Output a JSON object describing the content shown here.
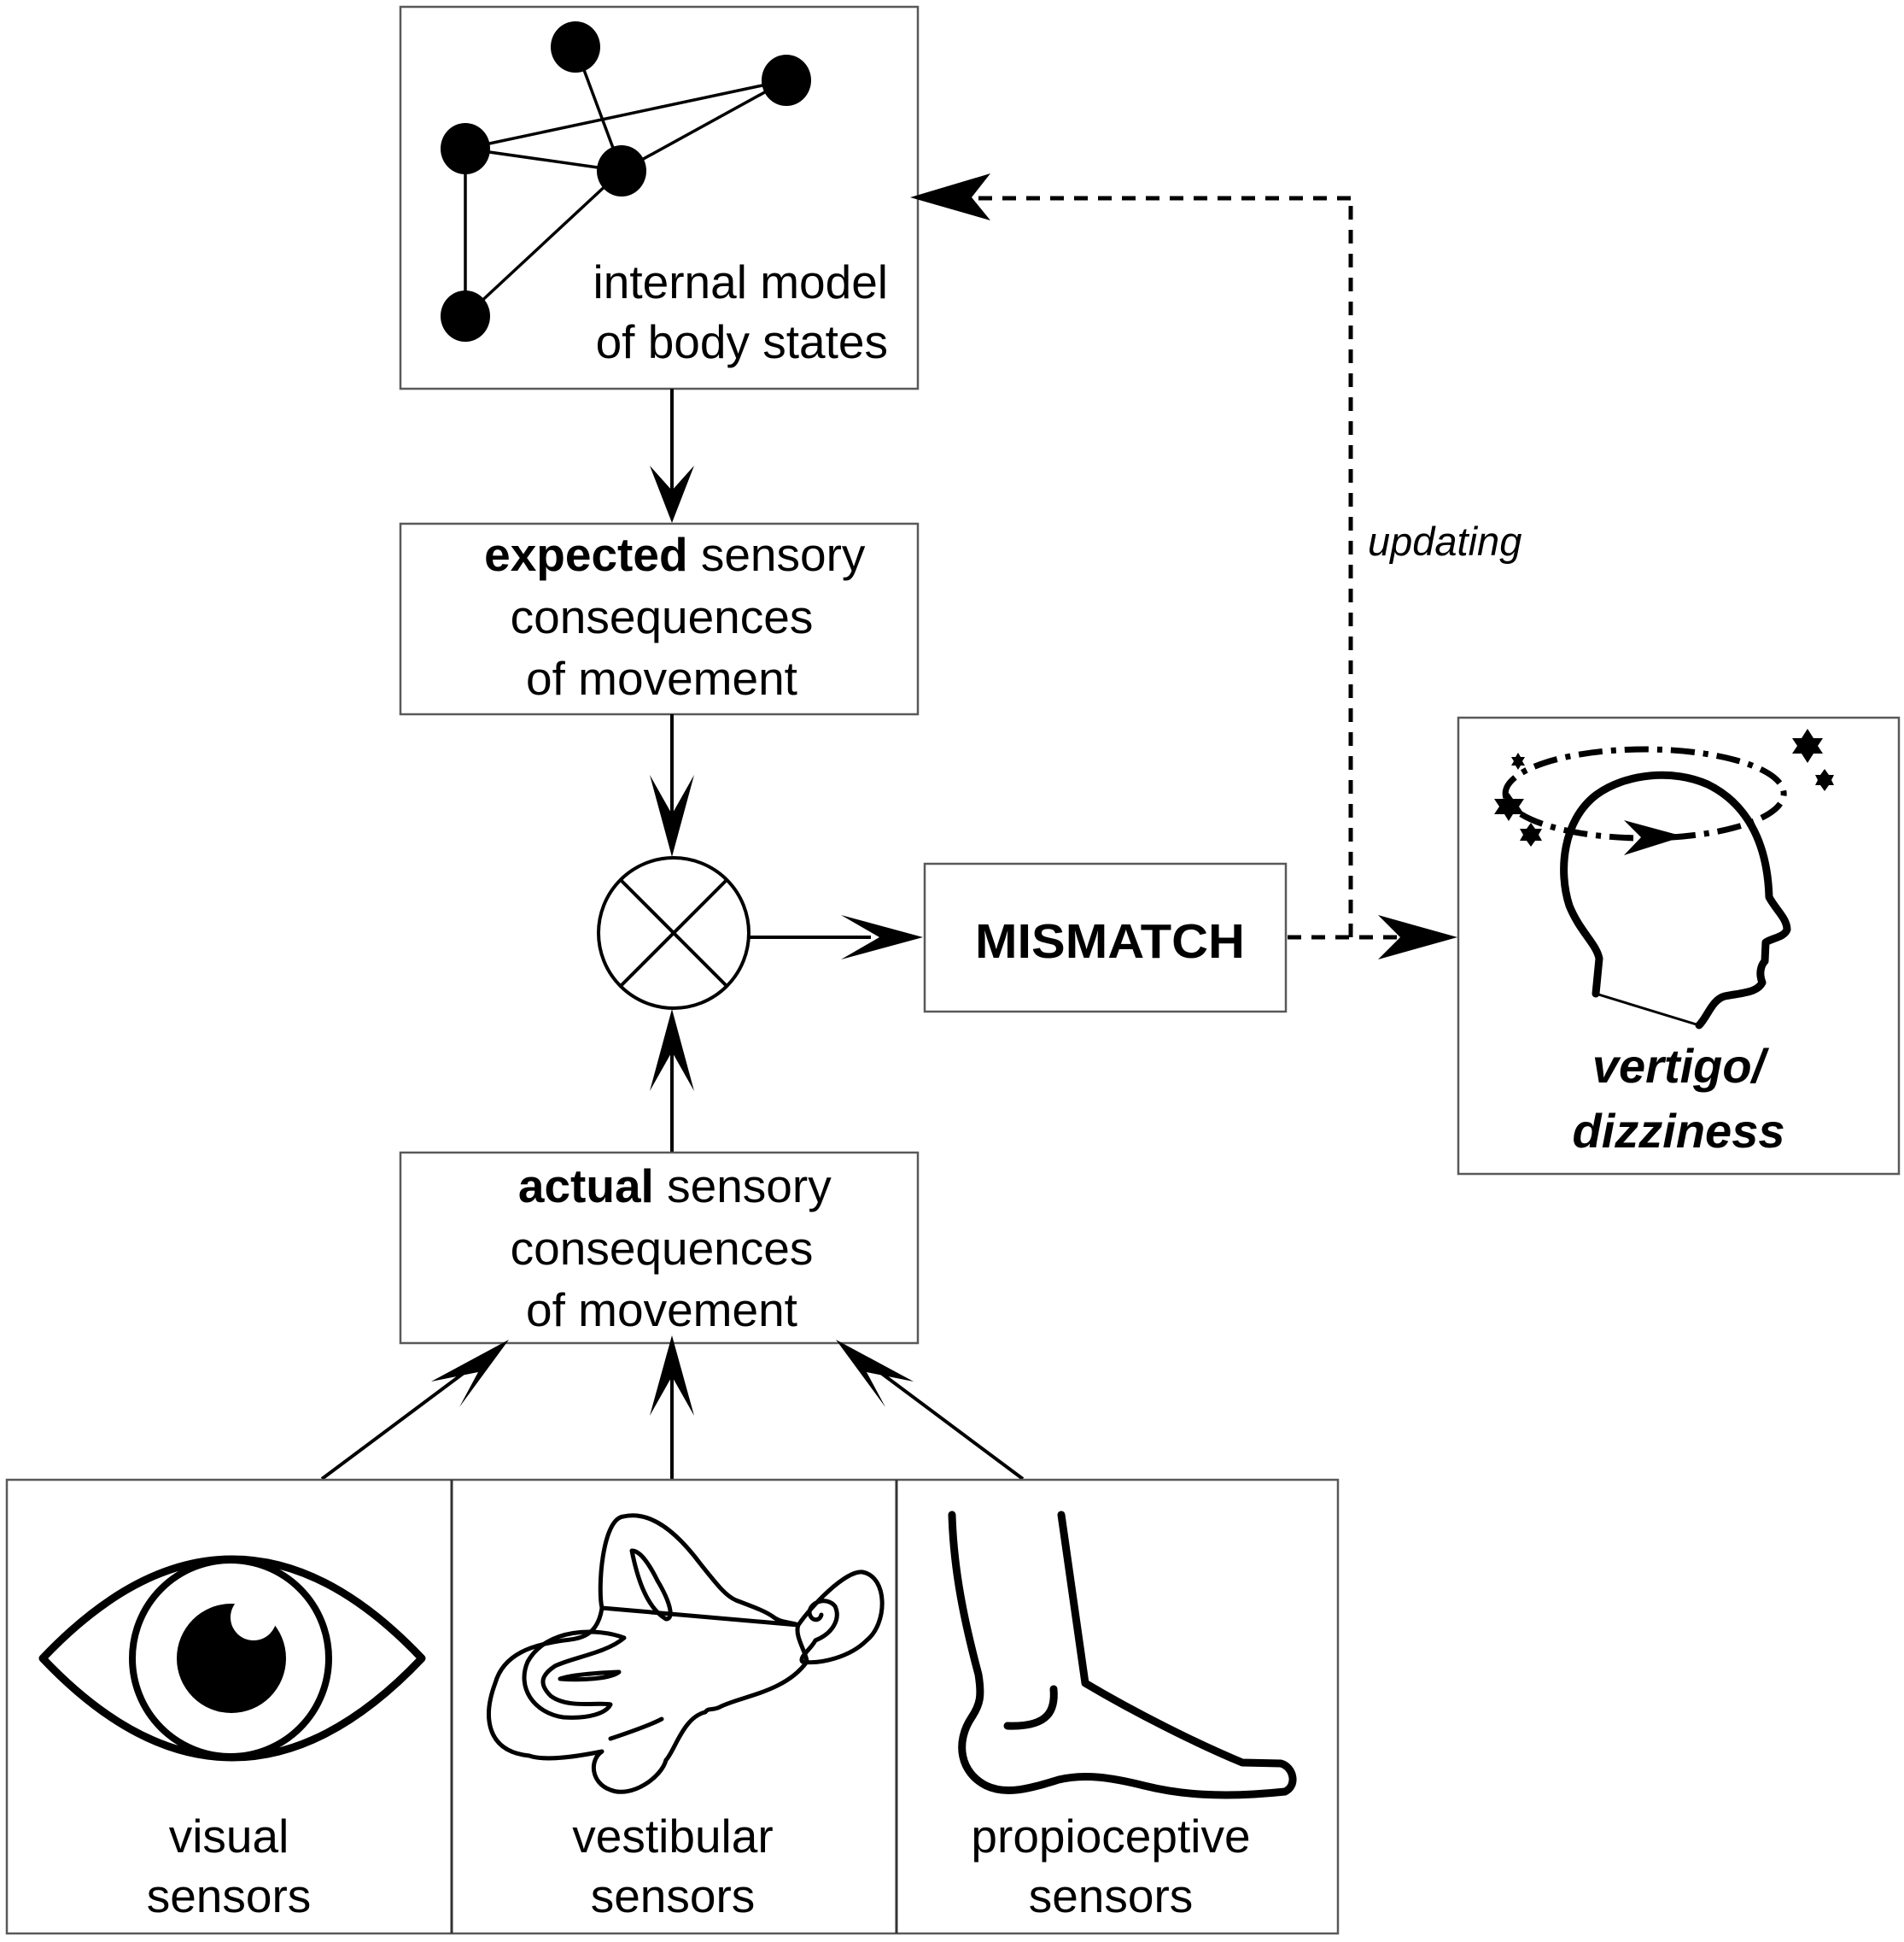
{
  "figure": {
    "internal_model": {
      "lines": [
        "internal model",
        "of body states"
      ],
      "graph": {
        "nodes": [
          "top",
          "right",
          "left",
          "center",
          "bottom"
        ],
        "edges": [
          [
            "top",
            "center"
          ],
          [
            "left",
            "right"
          ],
          [
            "left",
            "center"
          ],
          [
            "center",
            "right"
          ],
          [
            "left",
            "bottom"
          ],
          [
            "bottom",
            "center"
          ]
        ]
      },
      "icon": "network-graph-icon"
    },
    "expected": {
      "bold": "expected",
      "rest": " sensory",
      "line2": "consequences",
      "line3": "of movement"
    },
    "comparator": {
      "icon": "comparator-cross-circle-icon"
    },
    "mismatch": {
      "label": "MISMATCH"
    },
    "updating": {
      "label": "updating"
    },
    "vertigo": {
      "lines": [
        "vertigo/",
        "dizziness"
      ],
      "icon": "dizzy-head-icon"
    },
    "actual": {
      "bold": "actual",
      "rest": " sensory",
      "line2": "consequences",
      "line3": "of movement"
    },
    "sensors": [
      {
        "lines": [
          "visual",
          "sensors"
        ],
        "icon": "eye-icon"
      },
      {
        "lines": [
          "vestibular",
          "sensors"
        ],
        "icon": "inner-ear-icon"
      },
      {
        "lines": [
          "propioceptive",
          "sensors"
        ],
        "icon": "foot-icon"
      }
    ]
  }
}
